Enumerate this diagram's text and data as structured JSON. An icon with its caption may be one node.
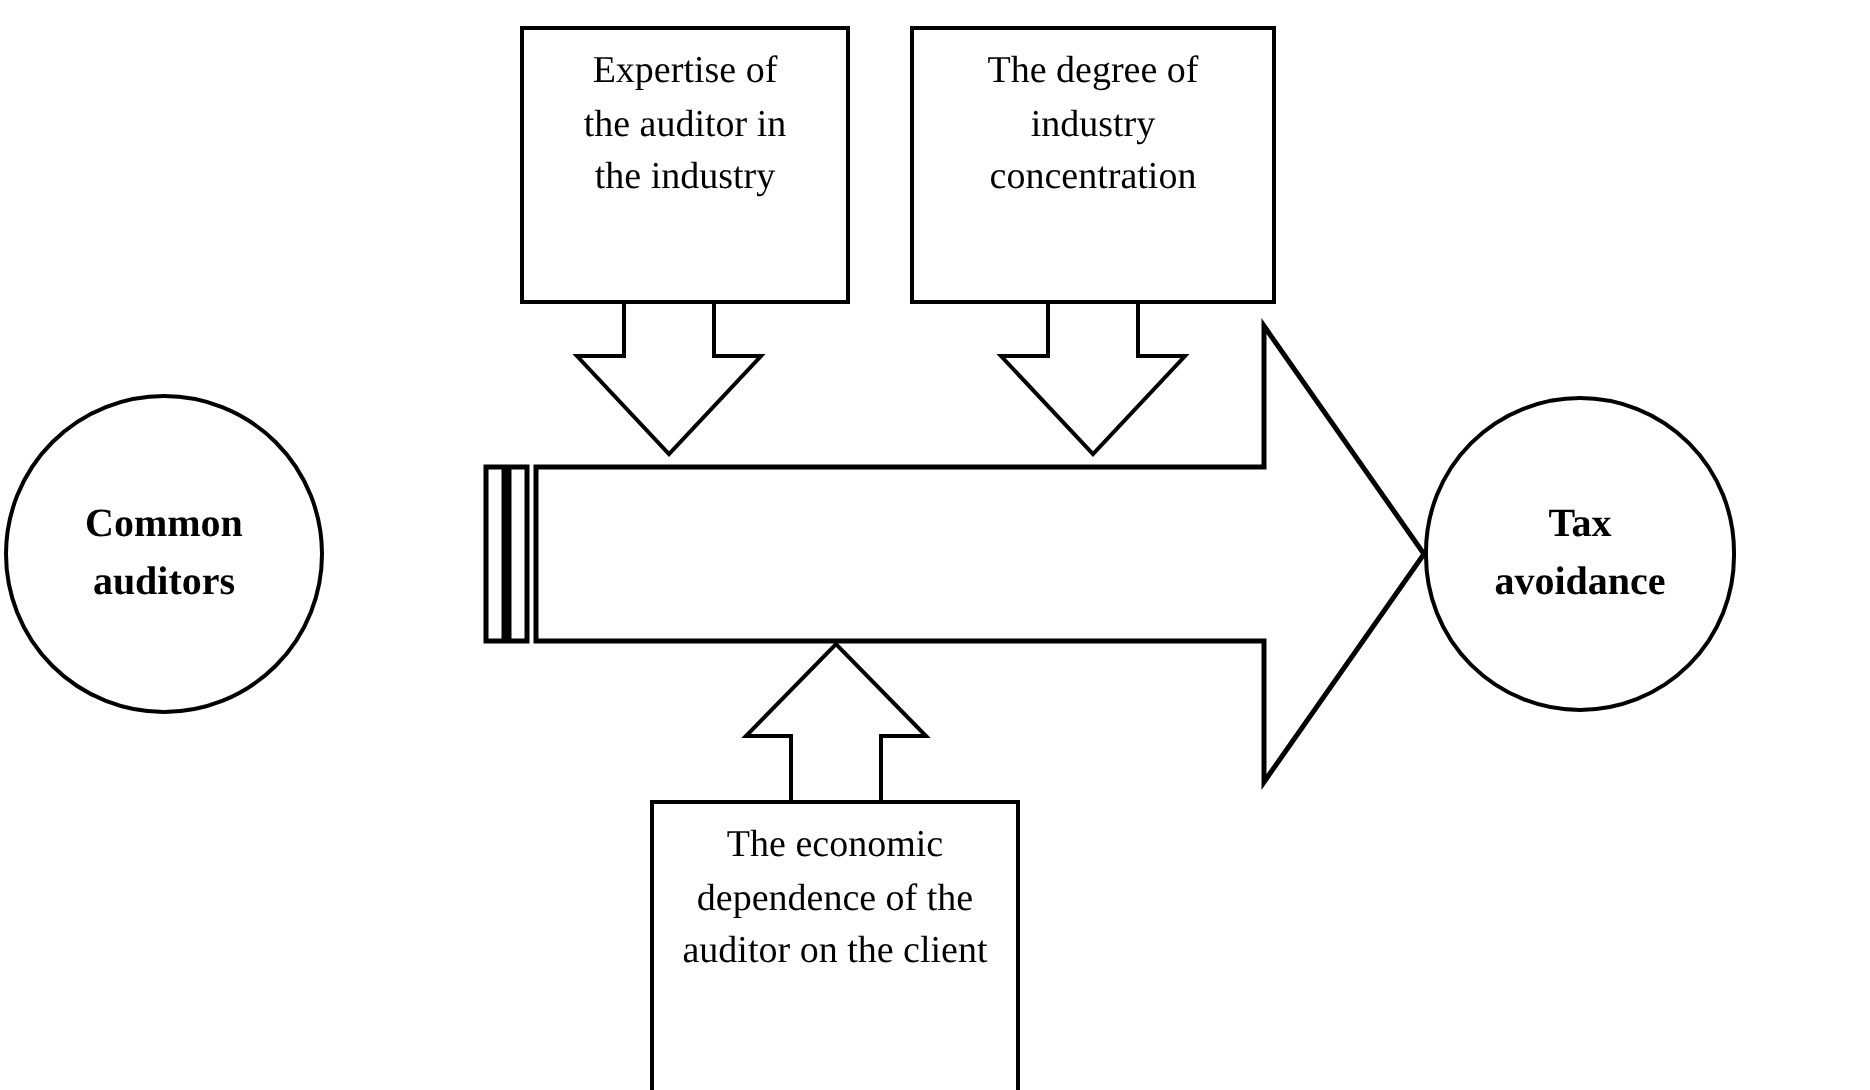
{
  "diagram": {
    "nodes": [
      {
        "text": [
          "Common auditors"
        ]
      },
      {
        "text": [
          "Tax avoidance"
        ]
      },
      {
        "text": [
          "Expertise of the auditor in the industry"
        ]
      },
      {
        "text": [
          "The degree of industry concentration"
        ]
      },
      {
        "text": [
          "The economic dependence of the auditor on the client"
        ]
      }
    ],
    "edges": [
      {
        "from": 0,
        "to": 1,
        "arrow": "to",
        "style": "thick"
      },
      {
        "from": 2,
        "to": null,
        "arrow": "to"
      },
      {
        "from": 3,
        "to": null,
        "arrow": "to"
      },
      {
        "from": 4,
        "to": null,
        "arrow": "to"
      }
    ]
  }
}
